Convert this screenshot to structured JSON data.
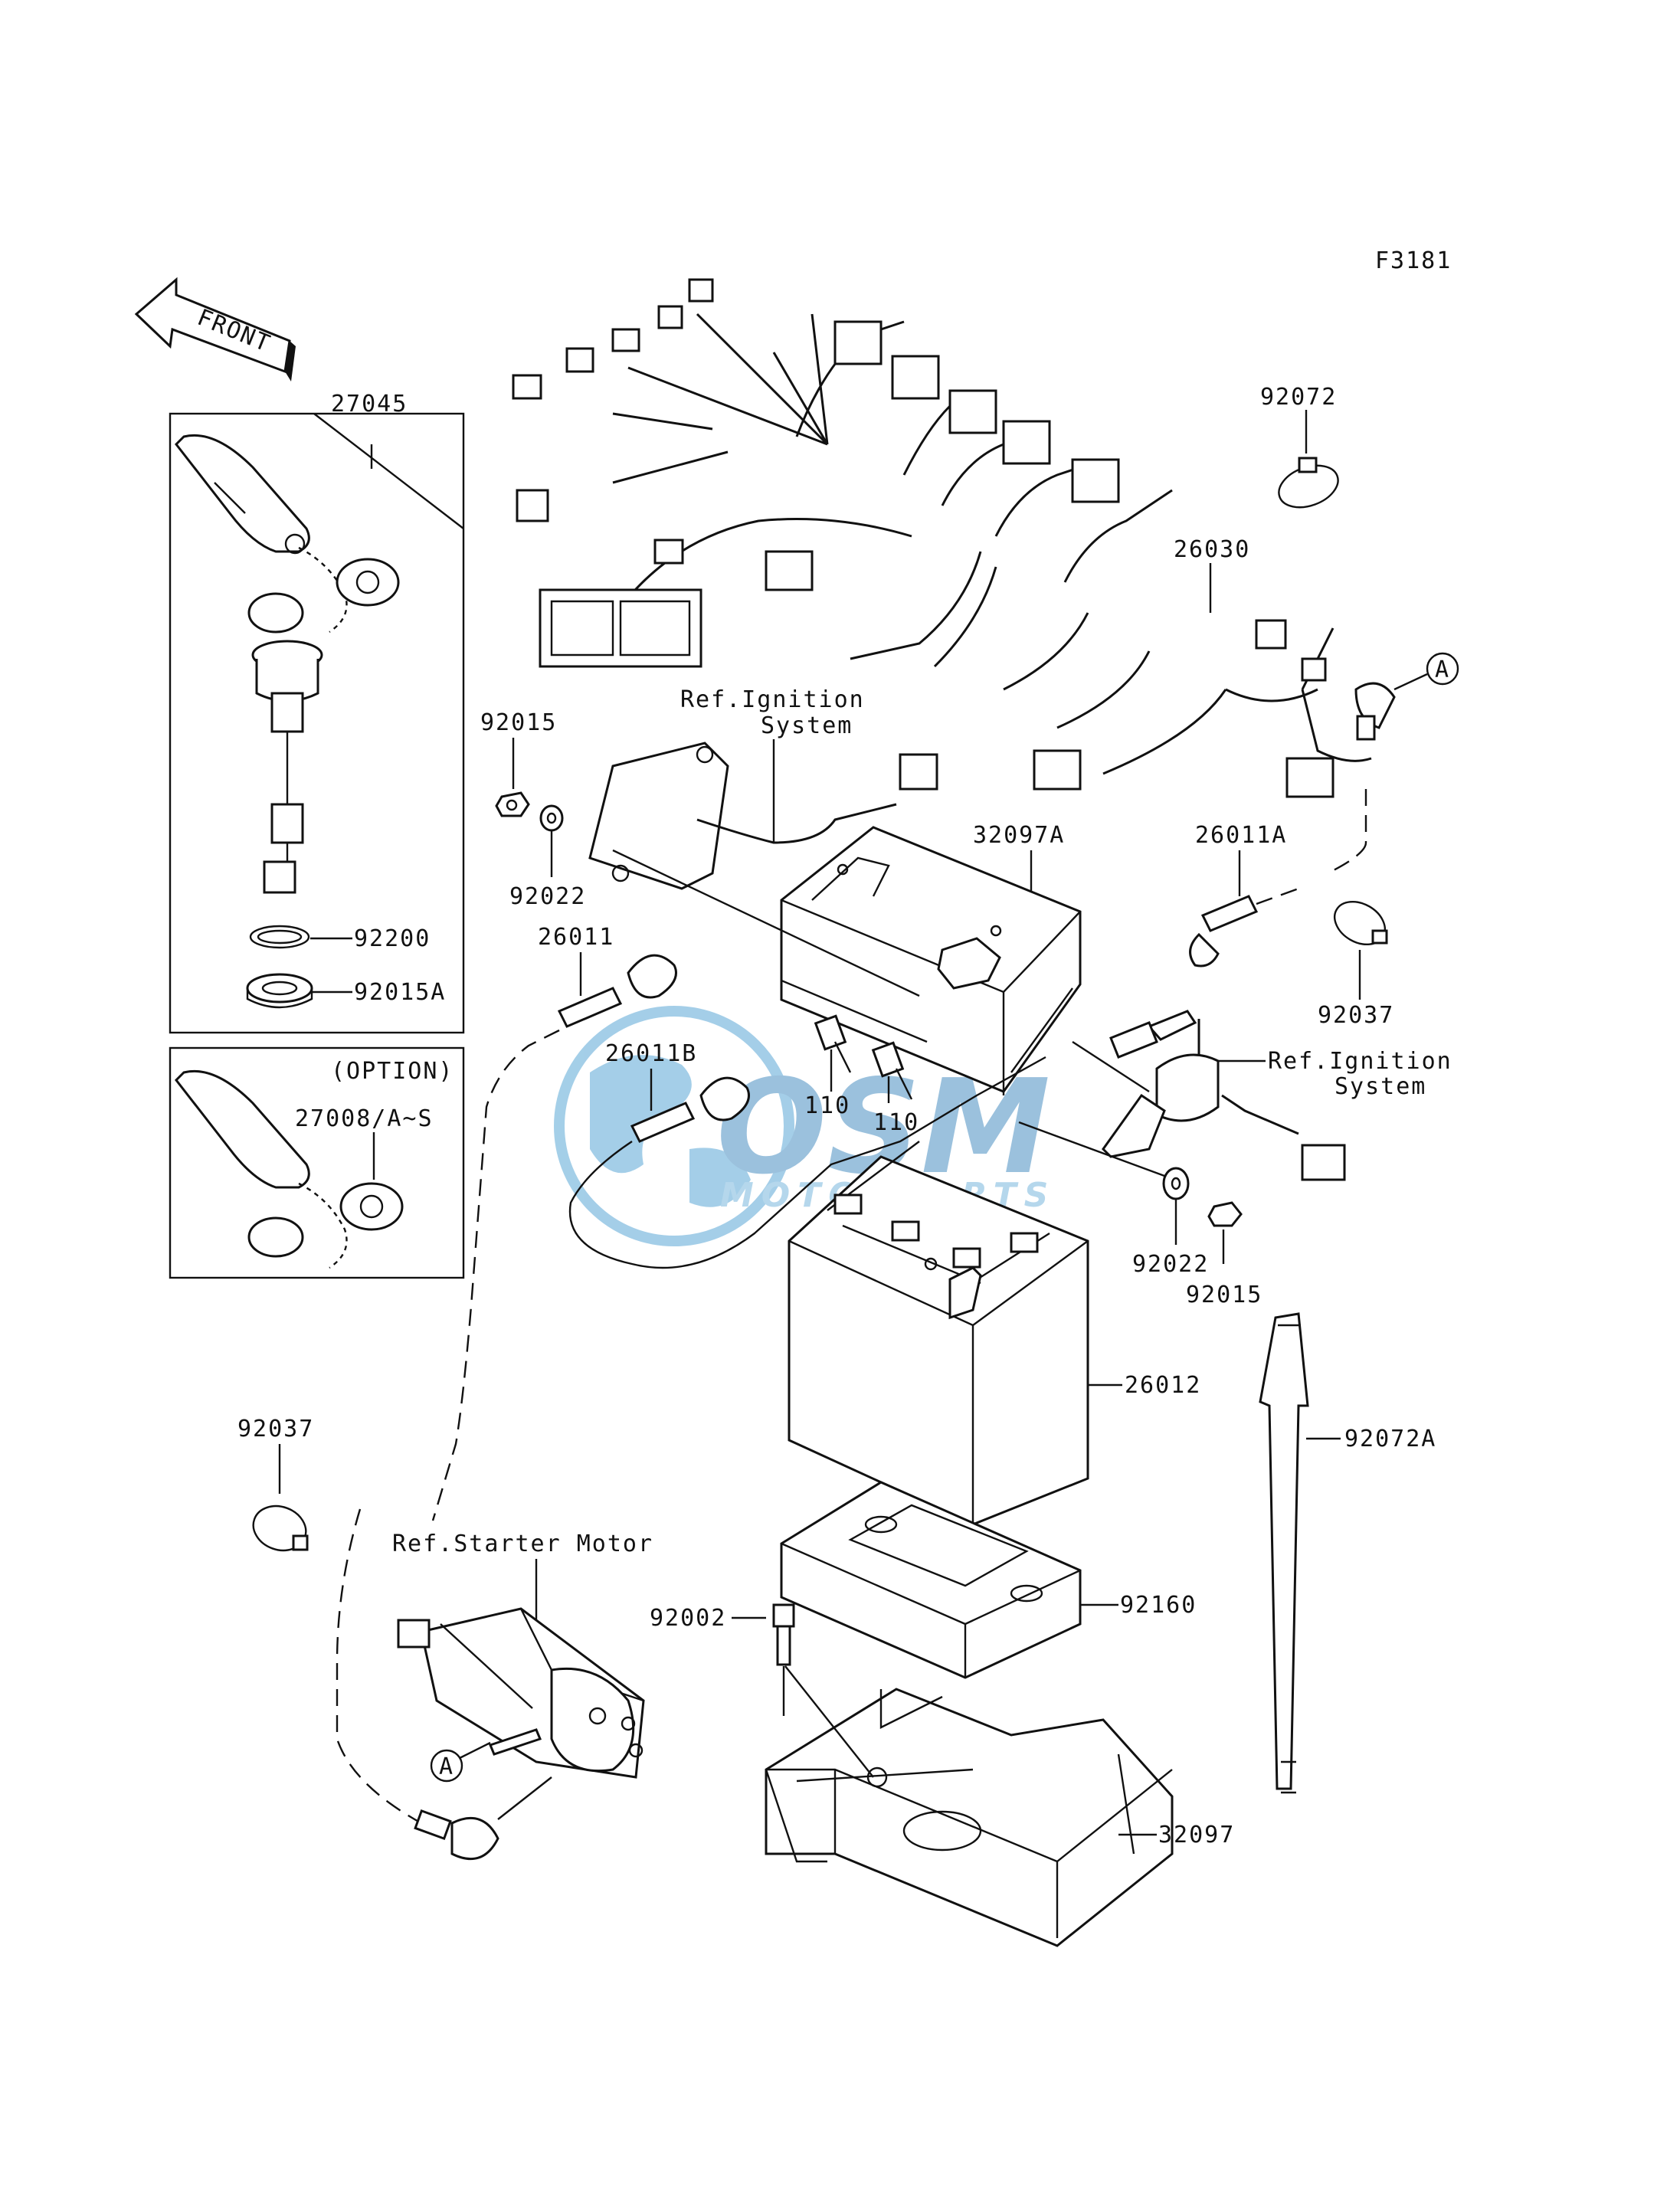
{
  "figure_code": "F3181",
  "front_label": "FRONT",
  "watermark": {
    "brand": "OSM",
    "sub": "MOTORPARTS",
    "color": "#5aa7d6"
  },
  "box_option_label": "(OPTION)",
  "ref_ignition_1": {
    "line1": "Ref.Ignition",
    "line2": "System"
  },
  "ref_ignition_2": {
    "line1": "Ref.Ignition",
    "line2": "System"
  },
  "ref_starter": "Ref.Starter Motor",
  "callout_a": "A",
  "parts": {
    "p27045": "27045",
    "p92200": "92200",
    "p92015A": "92015A",
    "p27008": "27008/A~S",
    "p92072": "92072",
    "p26030": "26030",
    "p92015_top": "92015",
    "p92022_top": "92022",
    "p32097A": "32097A",
    "p26011A": "26011A",
    "p92037_right": "92037",
    "p26011": "26011",
    "p26011B": "26011B",
    "p110_a": "110",
    "p110_b": "110",
    "p92022_bot": "92022",
    "p92015_bot": "92015",
    "p26012": "26012",
    "p92072A": "92072A",
    "p92037_left": "92037",
    "p92002": "92002",
    "p92160": "92160",
    "p32097": "32097"
  }
}
